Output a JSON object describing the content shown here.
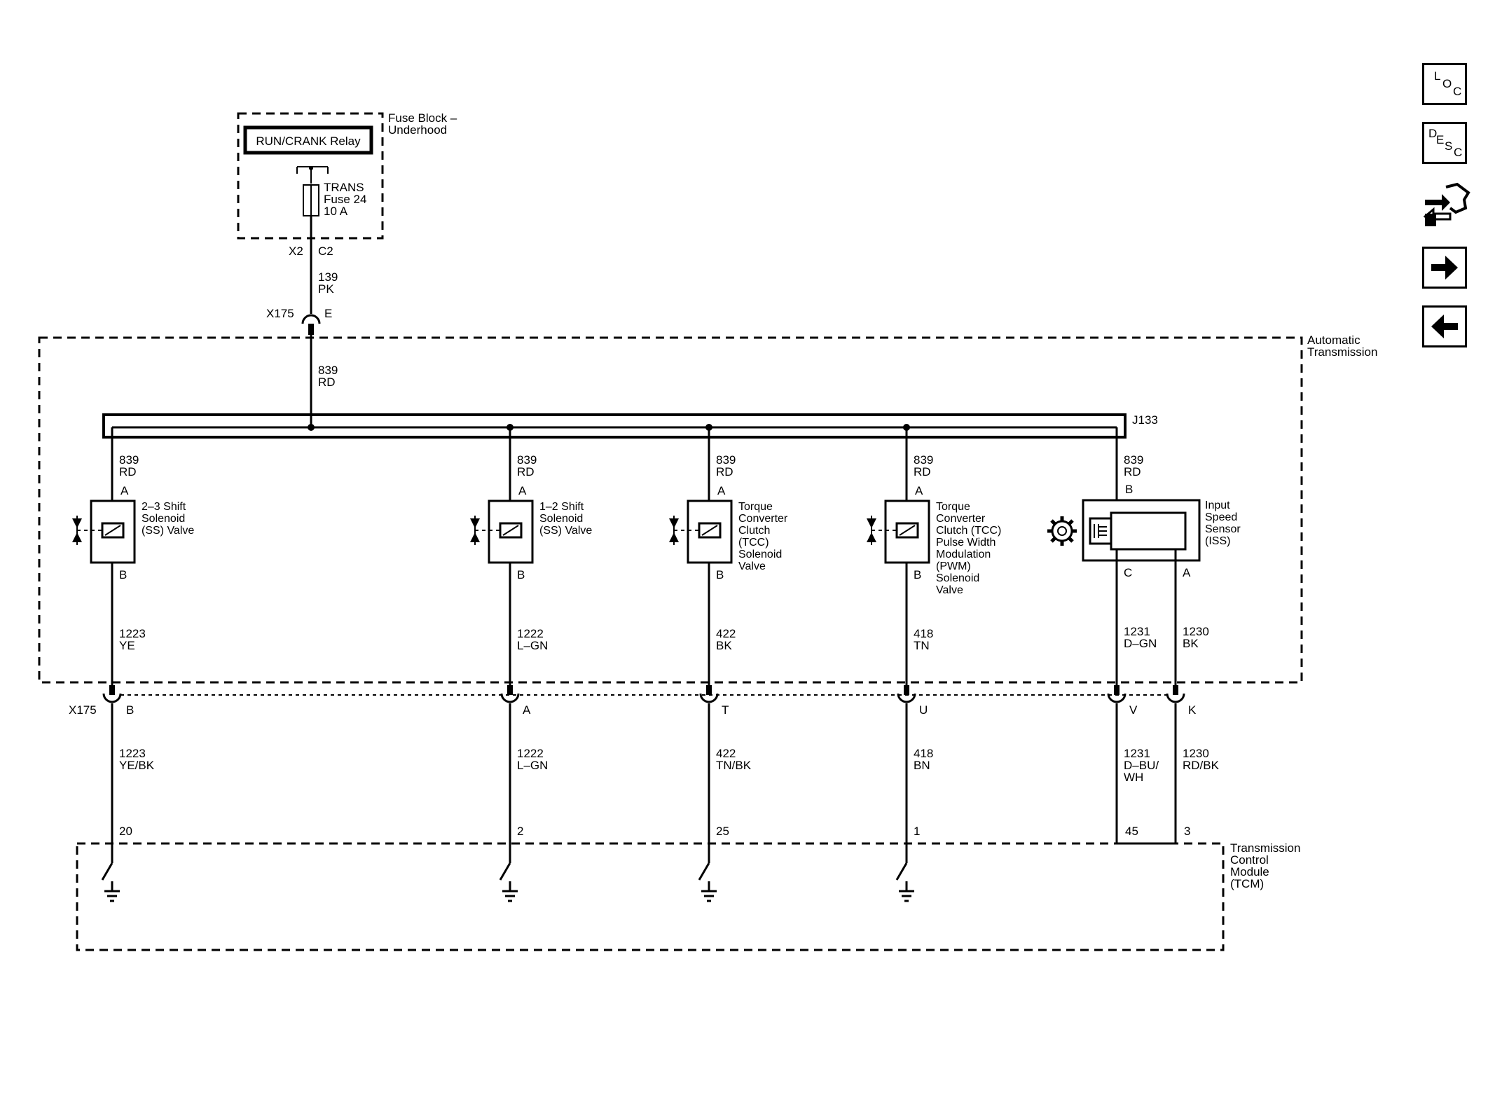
{
  "fuse_block": {
    "title_line1": "Fuse Block –",
    "title_line2": "Underhood",
    "relay_label": "RUN/CRANK Relay",
    "fuse_line1": "TRANS",
    "fuse_line2": "Fuse 24",
    "fuse_line3": "10 A",
    "conn_left": "X2",
    "conn_right": "C2"
  },
  "feed_wire": {
    "circuit": "139",
    "color": "PK"
  },
  "inline_top": {
    "connector": "X175",
    "pin": "E"
  },
  "transmission": {
    "title_line1": "Automatic",
    "title_line2": "Transmission",
    "bus_wire": {
      "circuit": "839",
      "color": "RD"
    },
    "splice": "J133"
  },
  "branches": [
    {
      "top_circuit": "839",
      "top_color": "RD",
      "pin_top": "A",
      "pin_bottom": "B",
      "name_lines": [
        "2–3 Shift",
        "Solenoid",
        "(SS) Valve"
      ],
      "out_circuit": "1223",
      "out_color": "YE",
      "x175_pin": "B",
      "harness_circuit": "1223",
      "harness_color": "YE/BK",
      "tcm_pin": "20"
    },
    {
      "top_circuit": "839",
      "top_color": "RD",
      "pin_top": "A",
      "pin_bottom": "B",
      "name_lines": [
        "1–2 Shift",
        "Solenoid",
        "(SS) Valve"
      ],
      "out_circuit": "1222",
      "out_color": "L–GN",
      "x175_pin": "A",
      "harness_circuit": "1222",
      "harness_color": "L–GN",
      "tcm_pin": "2"
    },
    {
      "top_circuit": "839",
      "top_color": "RD",
      "pin_top": "A",
      "pin_bottom": "B",
      "name_lines": [
        "Torque",
        "Converter",
        "Clutch",
        "(TCC)",
        "Solenoid",
        "Valve"
      ],
      "out_circuit": "422",
      "out_color": "BK",
      "x175_pin": "T",
      "harness_circuit": "422",
      "harness_color": "TN/BK",
      "tcm_pin": "25"
    },
    {
      "top_circuit": "839",
      "top_color": "RD",
      "pin_top": "A",
      "pin_bottom": "B",
      "name_lines": [
        "Torque",
        "Converter",
        "Clutch (TCC)",
        "Pulse Width",
        "Modulation",
        "(PWM)",
        "Solenoid",
        "Valve"
      ],
      "out_circuit": "418",
      "out_color": "TN",
      "x175_pin": "U",
      "harness_circuit": "418",
      "harness_color": "BN",
      "tcm_pin": "1"
    }
  ],
  "iss": {
    "top_circuit": "839",
    "top_color": "RD",
    "pin_top": "B",
    "name_lines": [
      "Input",
      "Speed",
      "Sensor",
      "(ISS)"
    ],
    "pin_c": "C",
    "pin_a": "A",
    "c_circuit": "1231",
    "c_color": "D–GN",
    "a_circuit": "1230",
    "a_color": "BK",
    "x175_pin_c": "V",
    "x175_pin_a": "K",
    "harness_c_circuit": "1231",
    "harness_c_color_lines": [
      "D–BU/",
      "WH"
    ],
    "harness_a_circuit": "1230",
    "harness_a_color": "RD/BK",
    "tcm_pin_c": "45",
    "tcm_pin_a": "3"
  },
  "inline_bottom": {
    "connector": "X175"
  },
  "tcm": {
    "title_lines": [
      "Transmission",
      "Control",
      "Module",
      "(TCM)"
    ]
  },
  "nav": {
    "loc": {
      "l1": "L",
      "l2": "O",
      "l3": "C"
    },
    "desc": {
      "l1": "D",
      "l2": "E",
      "l3": "S",
      "l4": "C"
    },
    "icons": [
      "connector-tool-icon",
      "arrow-right-icon",
      "arrow-left-icon"
    ]
  }
}
